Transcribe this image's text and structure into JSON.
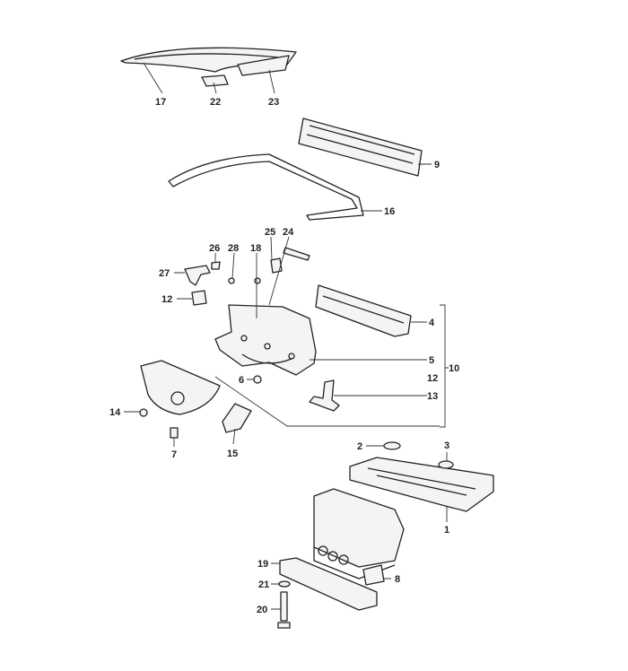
{
  "diagram": {
    "type": "exploded-parts-diagram",
    "callouts": {
      "p1": "1",
      "p2": "2",
      "p3": "3",
      "p4": "4",
      "p5": "5",
      "p6": "6",
      "p7": "7",
      "p8": "8",
      "p9": "9",
      "p10": "10",
      "p12a": "12",
      "p12b": "12",
      "p13": "13",
      "p14": "14",
      "p15": "15",
      "p16": "16",
      "p17": "17",
      "p18": "18",
      "p19": "19",
      "p20": "20",
      "p21": "21",
      "p22": "22",
      "p23": "23",
      "p24": "24",
      "p25": "25",
      "p26": "26",
      "p27": "27",
      "p28": "28"
    }
  }
}
